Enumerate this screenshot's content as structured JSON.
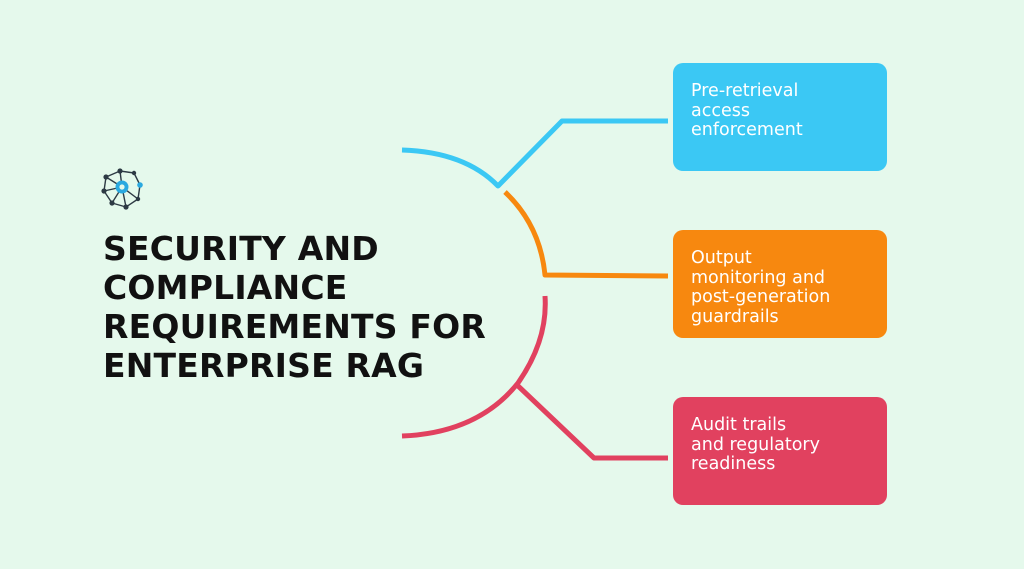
{
  "title_lines": [
    "SECURITY AND",
    "COMPLIANCE",
    "REQUIREMENTS FOR",
    "ENTERPRISE RAG"
  ],
  "branches": [
    {
      "lines": [
        "Pre-retrieval",
        "access",
        "enforcement"
      ],
      "color": "#3bc8f4"
    },
    {
      "lines": [
        "Output",
        "monitoring and",
        "post-generation",
        "guardrails"
      ],
      "color": "#f7880f"
    },
    {
      "lines": [
        "Audit trails",
        "and regulatory",
        "readiness"
      ],
      "color": "#e1415f"
    }
  ],
  "colors": {
    "background": "#e5f9ec",
    "title": "#111111",
    "logo_dark": "#2d3a44",
    "logo_accent": "#2aa9e0"
  },
  "icons": {
    "logo": "network-node-logo-icon"
  }
}
